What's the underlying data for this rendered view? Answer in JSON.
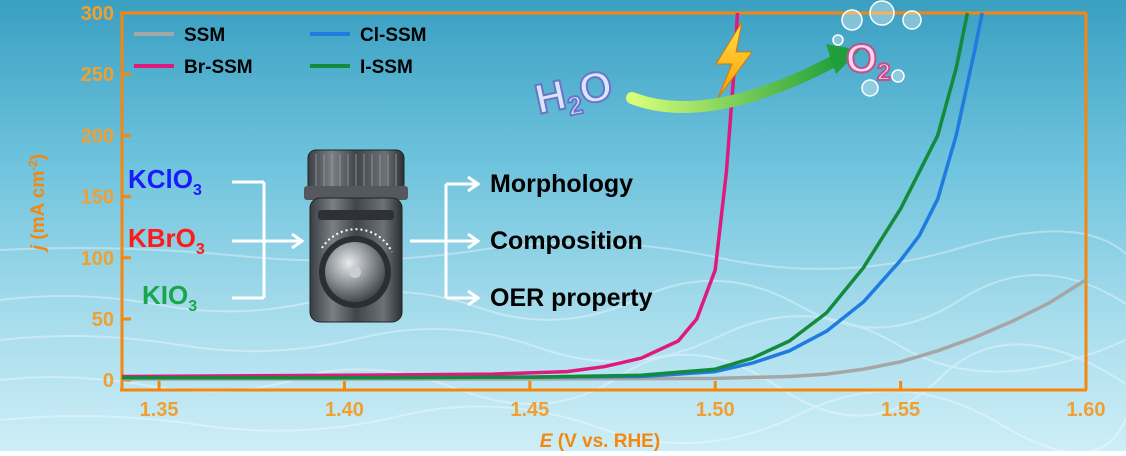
{
  "chart_data": {
    "type": "line",
    "xlabel": "E",
    "xlabel_unit": " (V vs. RHE)",
    "ylabel": "j",
    "ylabel_unit": " (mA cm",
    "ylabel_sup": "-2",
    "ylabel_close": ")",
    "xlim": [
      1.34,
      1.6
    ],
    "ylim": [
      -8,
      300
    ],
    "x_ticks": [
      1.35,
      1.4,
      1.45,
      1.5,
      1.55,
      1.6
    ],
    "x_tick_labels": [
      "1.35",
      "1.40",
      "1.45",
      "1.50",
      "1.55",
      "1.60"
    ],
    "y_ticks": [
      0,
      50,
      100,
      150,
      200,
      250,
      300
    ],
    "y_tick_labels": [
      "0",
      "50",
      "100",
      "150",
      "200",
      "250",
      "300"
    ],
    "grid": false,
    "legend_placement": "top-left",
    "series": [
      {
        "name": "SSM",
        "color": "#a6a6a6",
        "points": [
          [
            1.34,
            1
          ],
          [
            1.4,
            1
          ],
          [
            1.45,
            1
          ],
          [
            1.5,
            1.5
          ],
          [
            1.52,
            3
          ],
          [
            1.53,
            5
          ],
          [
            1.54,
            9
          ],
          [
            1.55,
            15
          ],
          [
            1.56,
            24
          ],
          [
            1.57,
            35
          ],
          [
            1.58,
            48
          ],
          [
            1.59,
            63
          ],
          [
            1.6,
            82
          ]
        ]
      },
      {
        "name": "Cl-SSM",
        "color": "#1f7be0",
        "points": [
          [
            1.34,
            2
          ],
          [
            1.4,
            2
          ],
          [
            1.45,
            2.5
          ],
          [
            1.48,
            3
          ],
          [
            1.5,
            7
          ],
          [
            1.51,
            14
          ],
          [
            1.52,
            24
          ],
          [
            1.53,
            40
          ],
          [
            1.54,
            64
          ],
          [
            1.55,
            98
          ],
          [
            1.555,
            118
          ],
          [
            1.56,
            148
          ],
          [
            1.565,
            200
          ],
          [
            1.57,
            270
          ],
          [
            1.572,
            300
          ]
        ]
      },
      {
        "name": "Br-SSM",
        "color": "#e0197d",
        "points": [
          [
            1.34,
            3
          ],
          [
            1.4,
            4
          ],
          [
            1.44,
            5
          ],
          [
            1.46,
            7
          ],
          [
            1.47,
            11
          ],
          [
            1.48,
            18
          ],
          [
            1.49,
            32
          ],
          [
            1.495,
            50
          ],
          [
            1.5,
            90
          ],
          [
            1.503,
            170
          ],
          [
            1.505,
            250
          ],
          [
            1.506,
            300
          ]
        ]
      },
      {
        "name": "I-SSM",
        "color": "#138a3c",
        "points": [
          [
            1.34,
            2
          ],
          [
            1.4,
            2
          ],
          [
            1.45,
            2.5
          ],
          [
            1.48,
            4
          ],
          [
            1.5,
            9
          ],
          [
            1.51,
            18
          ],
          [
            1.52,
            32
          ],
          [
            1.53,
            55
          ],
          [
            1.54,
            92
          ],
          [
            1.55,
            140
          ],
          [
            1.56,
            200
          ],
          [
            1.565,
            255
          ],
          [
            1.568,
            300
          ]
        ]
      }
    ]
  },
  "inset": {
    "precursors": [
      {
        "base": "KClO",
        "sub": "3",
        "color": "#1a1aff"
      },
      {
        "base": "KBrO",
        "sub": "3",
        "color": "#ff1a1a"
      },
      {
        "base": "KIO",
        "sub": "3",
        "color": "#19a54a"
      }
    ],
    "outputs": [
      "Morphology",
      "Composition",
      "OER property"
    ],
    "reaction": {
      "reactant_base": "H",
      "reactant_sub": "2",
      "reactant_end": "O",
      "product_base": "O",
      "product_sub": "2"
    }
  },
  "colors": {
    "axis": "#f5870f",
    "tick_text": "#f0a030",
    "background_top": "#3fa5c6",
    "background_bottom": "#bfe6f2"
  },
  "icons": [
    "autoclave-icon",
    "lightning-bolt-icon",
    "bubbles-icon",
    "green-arrow-icon"
  ]
}
